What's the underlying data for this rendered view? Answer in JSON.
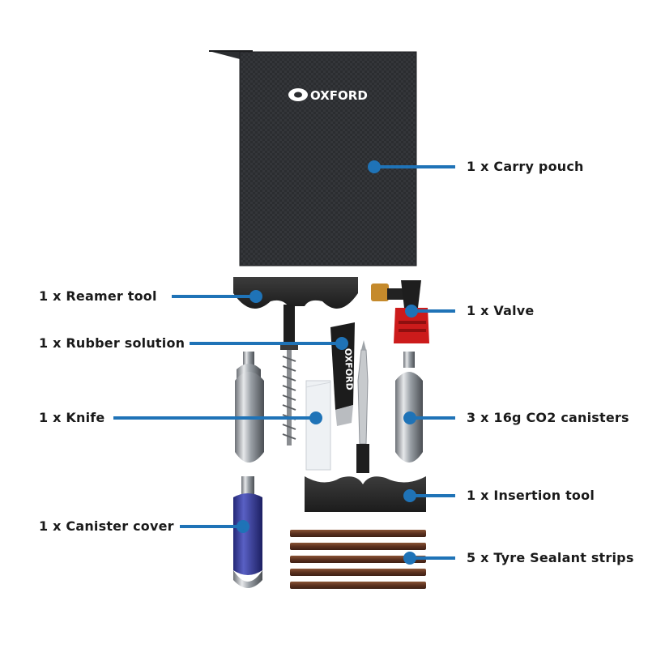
{
  "brand": "OXFORD",
  "colors": {
    "leader": "#1f73b7",
    "pouch": "#2b2d30",
    "tool_black": "#2a2a2a",
    "canister_silver": "#9aa0a6",
    "canister_cover": "#3a3f9c",
    "valve_red": "#cc1b1b",
    "valve_brass": "#c58a2c",
    "sealant_strip": "#6b3a22"
  },
  "labels": {
    "carry_pouch": "1 x Carry pouch",
    "reamer_tool": "1 x Reamer tool",
    "valve": "1 x Valve",
    "rubber_solution": "1 x Rubber solution",
    "knife": "1 x Knife",
    "co2_canisters": "3 x 16g CO2 canisters",
    "insertion_tool": "1 x Insertion tool",
    "canister_cover": "1 x Canister cover",
    "sealant_strips": "5 x Tyre Sealant strips"
  }
}
